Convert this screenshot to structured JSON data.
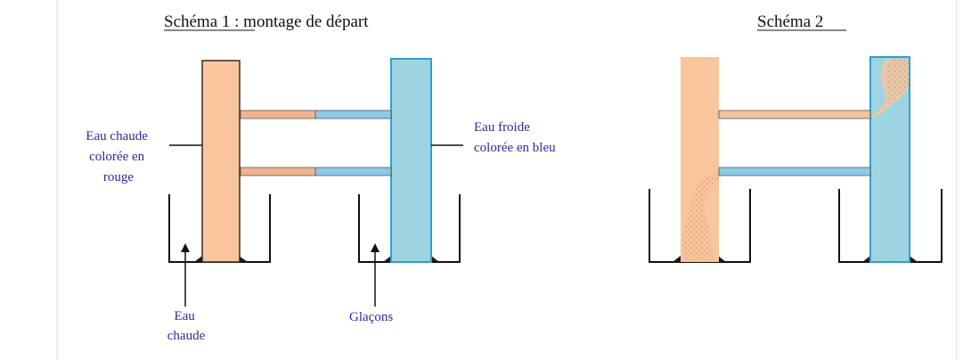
{
  "schema1": {
    "title_underlined": "Schéma 1",
    "title_rest": " : montage de départ",
    "label_hot_water": [
      "Eau chaude",
      "colorée en",
      "rouge"
    ],
    "label_cold_water": [
      "Eau froide",
      "colorée en bleu"
    ],
    "label_hot_bath": [
      "Eau",
      "chaude"
    ],
    "label_ice": "Glaçons"
  },
  "schema2": {
    "title_underlined": "Schéma 2"
  },
  "colors": {
    "hot": "#f8c59d",
    "hot_dark": "#e9a680",
    "hot_tube": "#f1b48e",
    "cold": "#9ed4e2",
    "cold_border": "#2fa0cc",
    "cold_tube": "#8ccbe6",
    "label_text": "#2b2b9a",
    "title_text": "#111111"
  }
}
